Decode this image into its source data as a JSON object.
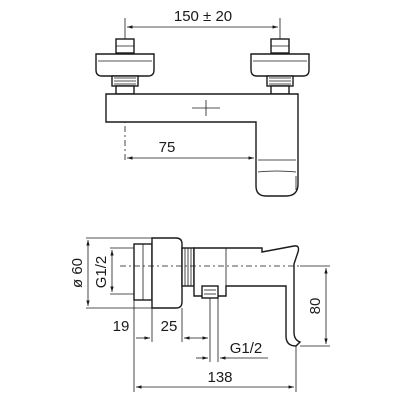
{
  "dimensions": {
    "handle_spacing": "150 ± 20",
    "spout_length": "75",
    "wall_flange_diameter": "ø 60",
    "inlet_thread_left": "G1/2",
    "depth_19": "19",
    "depth_25": "25",
    "outlet_thread": "G1/2",
    "height_80": "80",
    "total_depth": "138"
  }
}
